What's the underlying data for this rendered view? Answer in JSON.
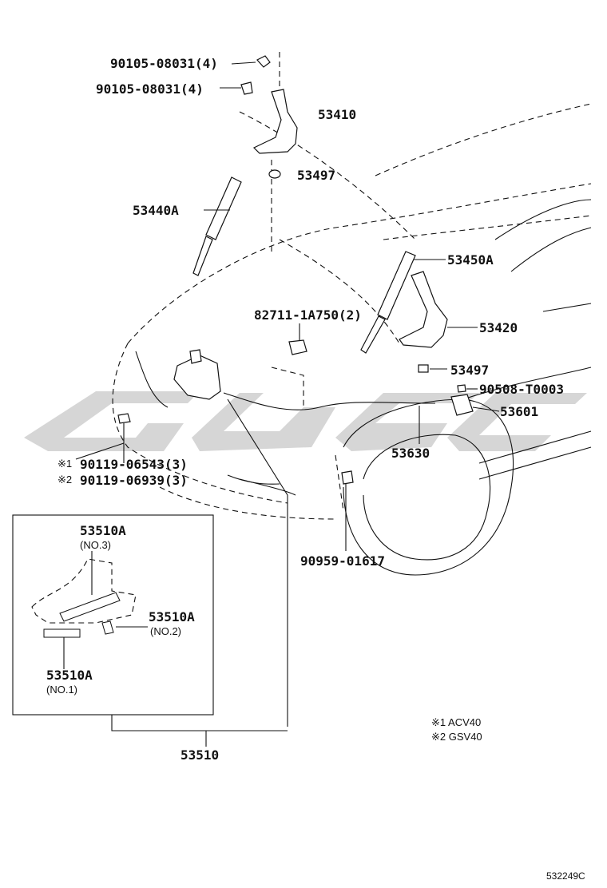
{
  "labels": {
    "bolt_a": "90105-08031(4)",
    "bolt_b": "90105-08031(4)",
    "hinge_lh": "53410",
    "bushing_upper": "53497",
    "support_lh": "53440A",
    "support_rh": "53450A",
    "retainer": "82711-1A750(2)",
    "hinge_rh": "53420",
    "bushing_lower": "53497",
    "clip_a": "90508-T0003",
    "lever": "53601",
    "cable": "53630",
    "screw_1_mark": "※1",
    "screw_1": "90119-06543(3)",
    "screw_2_mark": "※2",
    "screw_2": "90119-06939(3)",
    "clamp": "90959-01617",
    "lock_assy": "53510",
    "lock_no3": "53510A",
    "lock_no3_sub": "(NO.3)",
    "lock_no2": "53510A",
    "lock_no2_sub": "(NO.2)",
    "lock_no1": "53510A",
    "lock_no1_sub": "(NO.1)"
  },
  "notes": {
    "note1": "※1 ACV40",
    "note2": "※2 GSV40"
  },
  "diagram_code": "532249C"
}
